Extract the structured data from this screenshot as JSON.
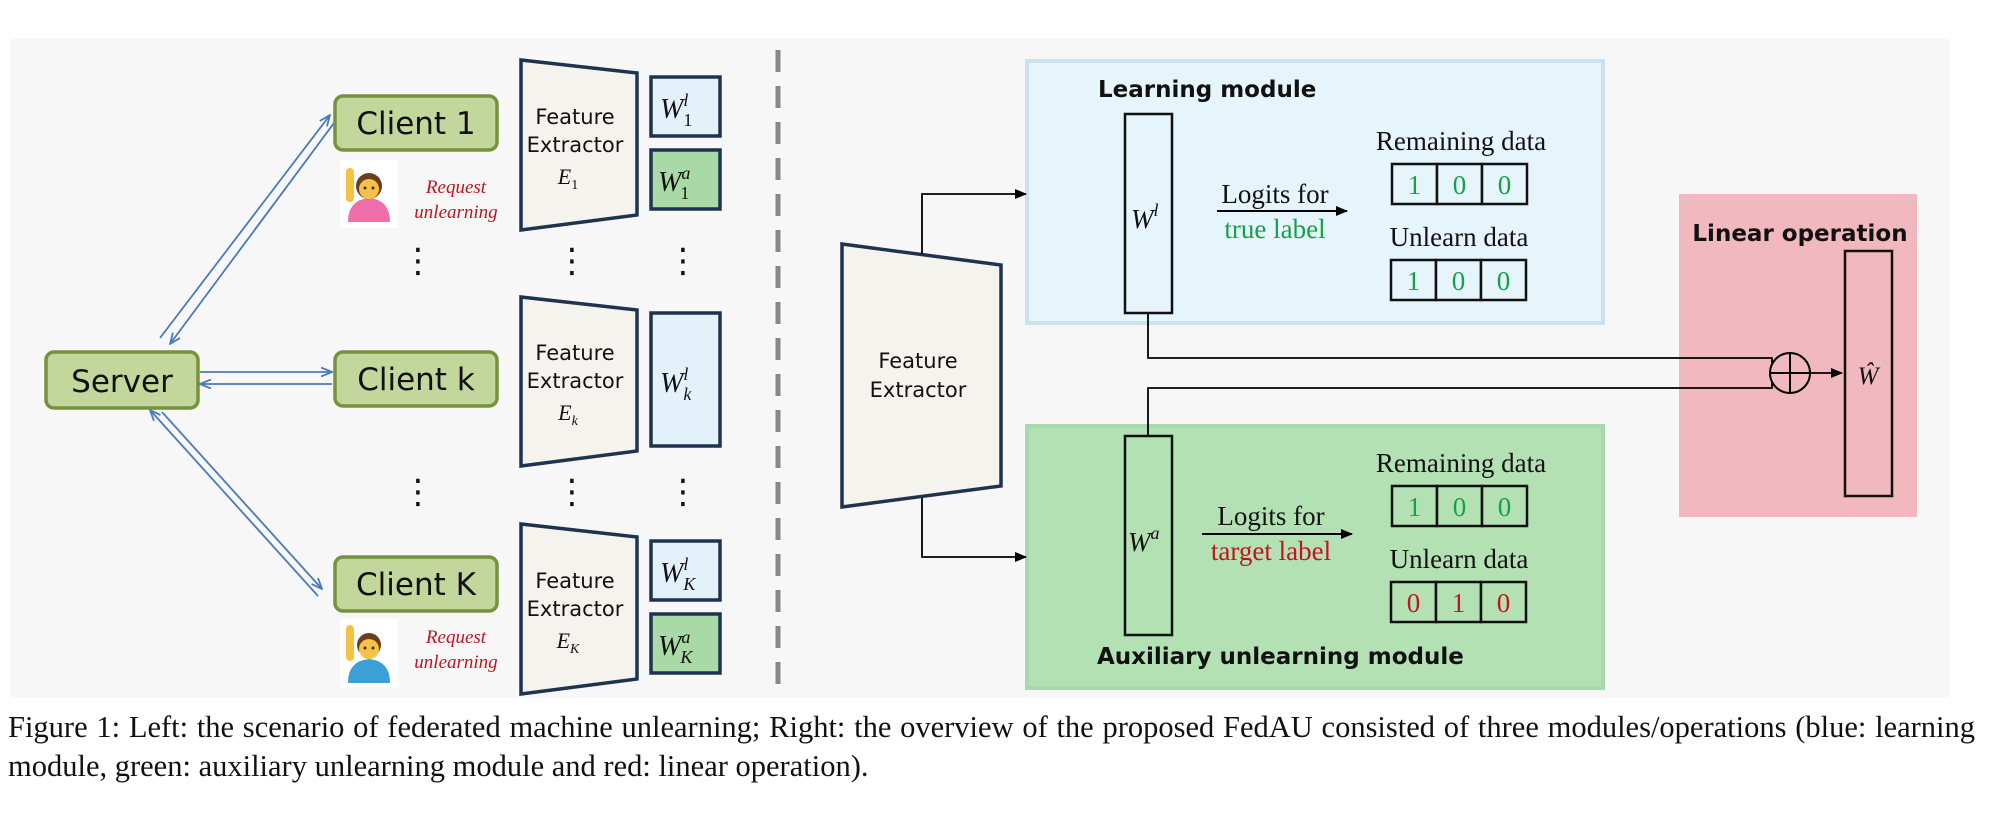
{
  "left": {
    "server_label": "Server",
    "clients": [
      {
        "label": "Client 1",
        "extractor": [
          "Feature",
          "Extractor"
        ],
        "extractor_symbol": "E",
        "extractor_sub": "1",
        "w_l_sub": "1",
        "w_a_sub": "1",
        "request_unlearning": true
      },
      {
        "label": "Client k",
        "extractor": [
          "Feature",
          "Extractor"
        ],
        "extractor_symbol": "E",
        "extractor_sub": "k",
        "w_l_sub": "k",
        "w_a_sub": null,
        "request_unlearning": false
      },
      {
        "label": "Client K",
        "extractor": [
          "Feature",
          "Extractor"
        ],
        "extractor_symbol": "E",
        "extractor_sub": "K",
        "w_l_sub": "K",
        "w_a_sub": "K",
        "request_unlearning": true
      }
    ],
    "request_text": [
      "Request",
      "unlearning"
    ],
    "vdots": "⋮"
  },
  "right": {
    "feature_extractor": [
      "Feature",
      "Extractor"
    ],
    "learning_module": {
      "title": "Learning module",
      "weight": "W",
      "weight_sup": "l",
      "logits_line1": "Logits for",
      "logits_line2": "true label",
      "remaining_label": "Remaining data",
      "remaining_values": [
        "1",
        "0",
        "0"
      ],
      "unlearn_label": "Unlearn data",
      "unlearn_values": [
        "1",
        "0",
        "0"
      ]
    },
    "auxiliary_module": {
      "title": "Auxiliary unlearning module",
      "weight": "W",
      "weight_sup": "a",
      "logits_line1": "Logits for",
      "logits_line2": "target label",
      "remaining_label": "Remaining data",
      "remaining_values": [
        "1",
        "0",
        "0"
      ],
      "unlearn_label": "Unlearn data",
      "unlearn_values": [
        "0",
        "1",
        "0"
      ]
    },
    "linear_operation": {
      "title": "Linear operation",
      "output_weight": "Ŵ"
    }
  },
  "caption": "Figure 1:  Left:  the scenario of federated machine unlearning; Right:  the overview of the proposed FedAU consisted of three modules/operations (blue: learning module, green: auxiliary unlearning module and red: linear operation).",
  "colors": {
    "client_fill": "#c3d69b",
    "client_stroke": "#76923c",
    "navy": "#1f3350",
    "w_l_fill": "#e3f1fb",
    "w_a_fill": "#a9d9a6",
    "extractor_fill": "#f5f3ee",
    "learning_bg": "#e6f4fb",
    "learning_border": "#cce3ef",
    "aux_bg": "#b4e1b4",
    "aux_border": "#a8d9ae",
    "linear_bg": "#f2b8c0",
    "green_text": "#17a04a",
    "red_text": "#c0141e",
    "arrow_blue": "#4a7ab8",
    "dashed": "#888888"
  }
}
